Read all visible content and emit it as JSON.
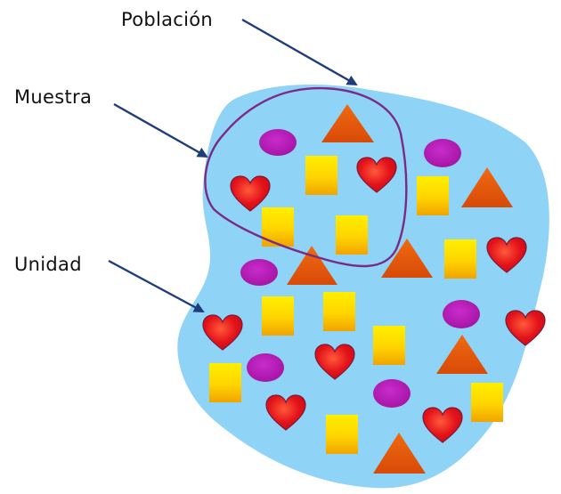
{
  "labels": {
    "population": "Población",
    "sample": "Muestra",
    "unit": "Unidad"
  },
  "colors": {
    "population_fill": "#8fd3f7",
    "sample_outline": "#7b2a86",
    "arrow": "#1f3d7a",
    "oval": "#b21fb5",
    "triangle": "#e0560c",
    "square_top": "#ffe800",
    "square_bottom": "#f2a900",
    "heart": "#e8141c"
  },
  "shape_types": [
    "oval",
    "triangle",
    "square",
    "heart"
  ]
}
